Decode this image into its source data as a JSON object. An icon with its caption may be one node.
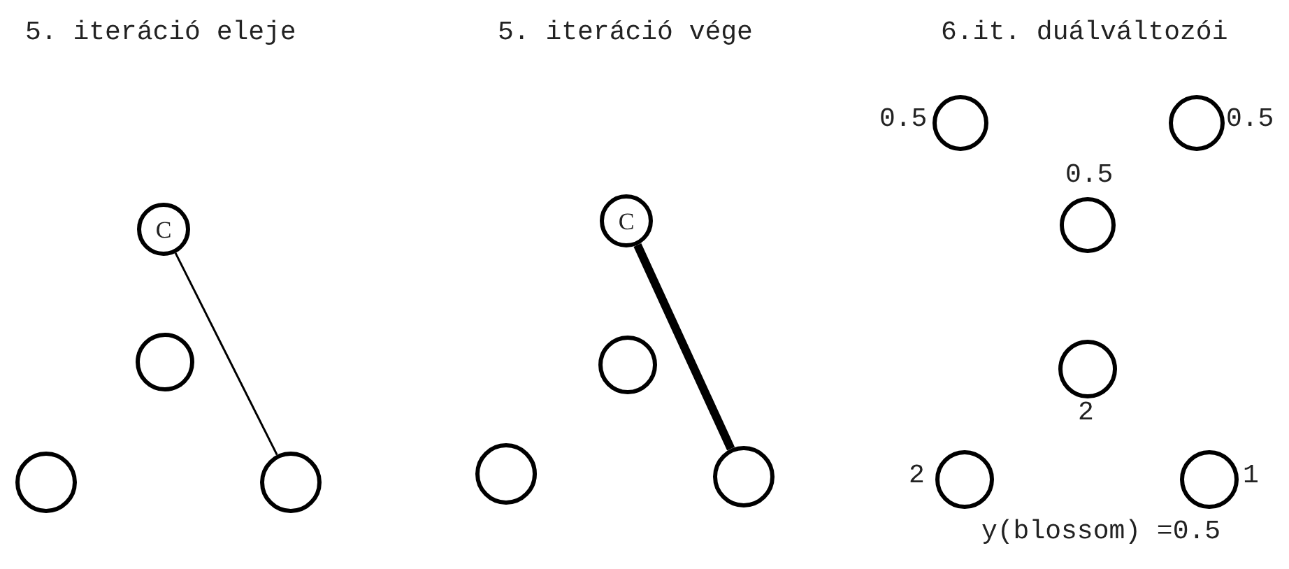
{
  "diagram": {
    "nodes": [
      {
        "text": [
          "C"
        ]
      },
      {
        "text": [],
        "shape": "circle"
      },
      {
        "text": [],
        "shape": "circle"
      },
      {
        "text": [],
        "shape": "circle"
      },
      {
        "text": [
          "C"
        ]
      },
      {
        "text": [],
        "shape": "circle"
      },
      {
        "text": [],
        "shape": "circle"
      },
      {
        "text": [],
        "shape": "circle"
      },
      {
        "text": [],
        "shape": "circle",
        "beside": [
          "0.5"
        ]
      },
      {
        "text": [],
        "shape": "circle",
        "beside": [
          "0.5"
        ]
      },
      {
        "text": [],
        "shape": "circle",
        "beside": [
          "0.5"
        ]
      },
      {
        "text": [],
        "shape": "circle",
        "beside": [
          "2"
        ]
      },
      {
        "text": [],
        "shape": "circle",
        "beside": [
          "2"
        ]
      },
      {
        "text": [],
        "shape": "circle",
        "beside": [
          "1"
        ]
      }
    ],
    "edges": [
      {
        "from": 0,
        "to": 3,
        "arrow": "none"
      },
      {
        "from": 4,
        "to": 7,
        "arrow": "none",
        "style": "thick"
      }
    ],
    "labels": [
      "5. iteráció eleje",
      "5. iteráció vége",
      "6.it. duálváltozói",
      "y(blossom) =0.5"
    ]
  }
}
